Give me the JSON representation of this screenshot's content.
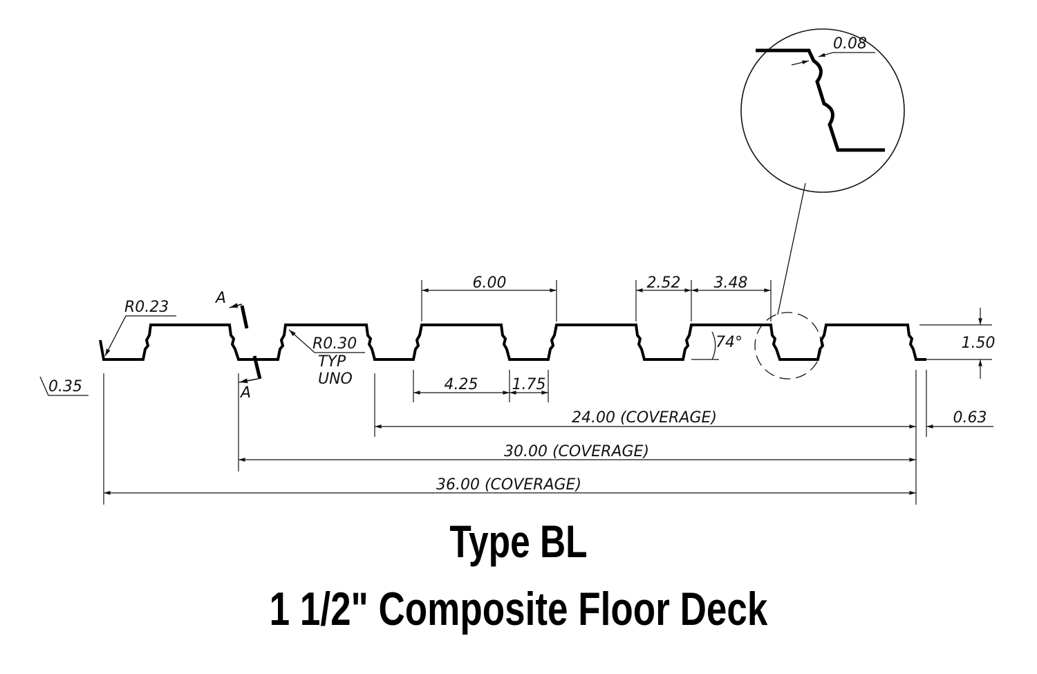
{
  "drawing": {
    "radius_left": "R0.23",
    "radius_typ": "R0.30",
    "typ": "TYP",
    "uno": "UNO",
    "section_a_top": "A",
    "section_a_bottom": "A",
    "lip": "0.35",
    "pitch": "6.00",
    "top_half": "2.52",
    "top_flange": "3.48",
    "bottom_flange": "4.25",
    "web": "1.75",
    "angle": "74°",
    "depth": "1.50",
    "thickness": "0.08",
    "edge": "0.63",
    "coverage_24": "24.00 (COVERAGE)",
    "coverage_30": "30.00 (COVERAGE)",
    "coverage_36": "36.00 (COVERAGE)"
  },
  "title": {
    "line1": "Type BL",
    "line2": "1 1/2\"  Composite Floor Deck"
  }
}
